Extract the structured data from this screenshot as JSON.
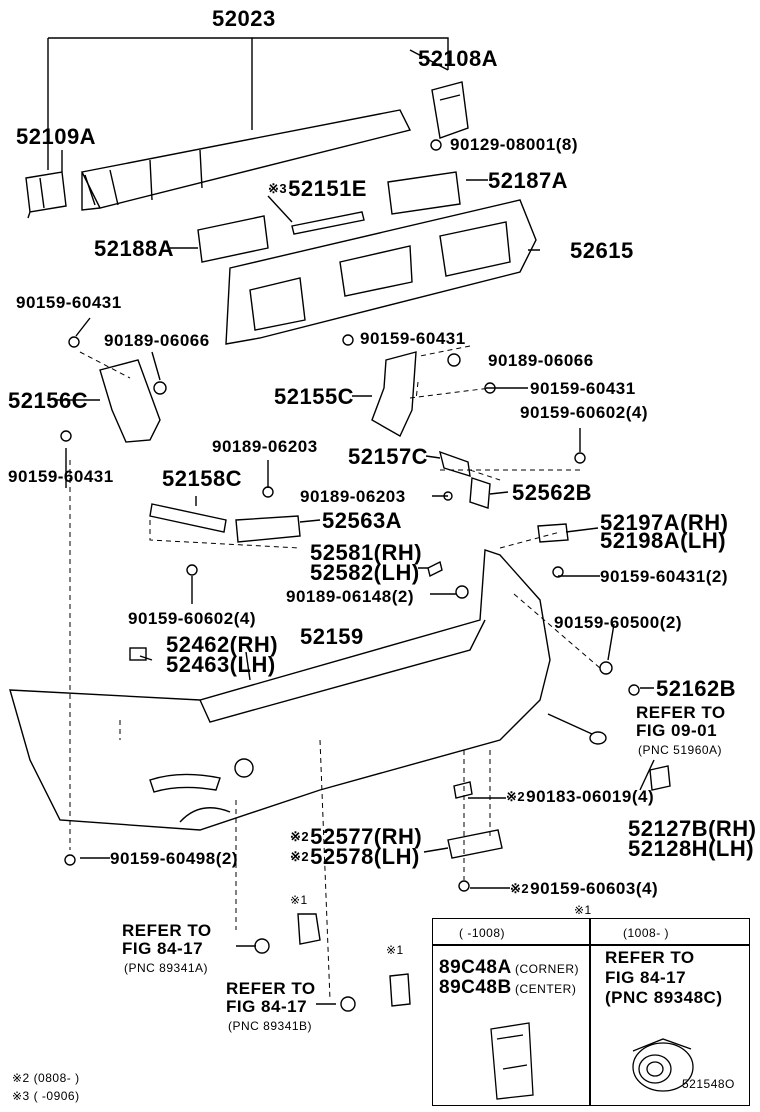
{
  "diagram_id": "521548O",
  "labels": {
    "p52023": "52023",
    "p52108A": "52108A",
    "p52109A": "52109A",
    "p90129": "90129-08001(8)",
    "p52151E_mark": "※3",
    "p52151E": "52151E",
    "p52187A": "52187A",
    "p52188A": "52188A",
    "p52615": "52615",
    "p90159_a": "90159-60431",
    "p90189_a": "90189-06066",
    "p52156C": "52156C",
    "p90159_b": "90159-60431",
    "p90159_c": "90159-60431",
    "p90189_b": "90189-06066",
    "p52155C": "52155C",
    "p90159_d": "90159-60431",
    "p90159_e": "90159-60602(4)",
    "p90189_c": "90189-06203",
    "p52157C": "52157C",
    "p52158C": "52158C",
    "p90189_d": "90189-06203",
    "p52562B": "52562B",
    "p52563A": "52563A",
    "p52197A": "52197A(RH)",
    "p52198A": "52198A(LH)",
    "p52581": "52581(RH)",
    "p52582": "52582(LH)",
    "p90159_f": "90159-60431(2)",
    "p90189_e": "90189-06148(2)",
    "p90159_g": "90159-60602(4)",
    "p90159_h": "90159-60500(2)",
    "p52462": "52462(RH)",
    "p52463": "52463(LH)",
    "p52159": "52159",
    "p52162B": "52162B",
    "refer1_a": "REFER TO",
    "refer1_b": "FIG 09-01",
    "refer1_c": "(PNC 51960A)",
    "p90183_mark": "※2",
    "p90183": "90183-06019(4)",
    "p52127B": "52127B(RH)",
    "p52128H": "52128H(LH)",
    "p52577_mark": "※2",
    "p52577": "52577(RH)",
    "p52578_mark": "※2",
    "p52578": "52578(LH)",
    "p90159_i": "90159-60498(2)",
    "p90159_j_mark": "※2",
    "p90159_j": "90159-60603(4)",
    "note_mark1": "※1",
    "note_mark2": "※1",
    "note_mark3": "※1",
    "refer2_a": "REFER TO",
    "refer2_b": "FIG 84-17",
    "refer2_c": "(PNC 89341A)",
    "refer3_a": "REFER TO",
    "refer3_b": "FIG 84-17",
    "refer3_c": "(PNC 89341B)",
    "footnote1": "※2 (0808-      )",
    "footnote2": "※3 (       -0906)"
  },
  "inset": {
    "mark": "※1",
    "col1_header": "(      -1008)",
    "col2_header": "(1008-      )",
    "col1_part1": "89C48A",
    "col1_part1_desc": "(CORNER)",
    "col1_part2": "89C48B",
    "col1_part2_desc": "(CENTER)",
    "col2_ref_a": "REFER TO",
    "col2_ref_b": "FIG 84-17",
    "col2_ref_c": "(PNC 89348C)"
  }
}
